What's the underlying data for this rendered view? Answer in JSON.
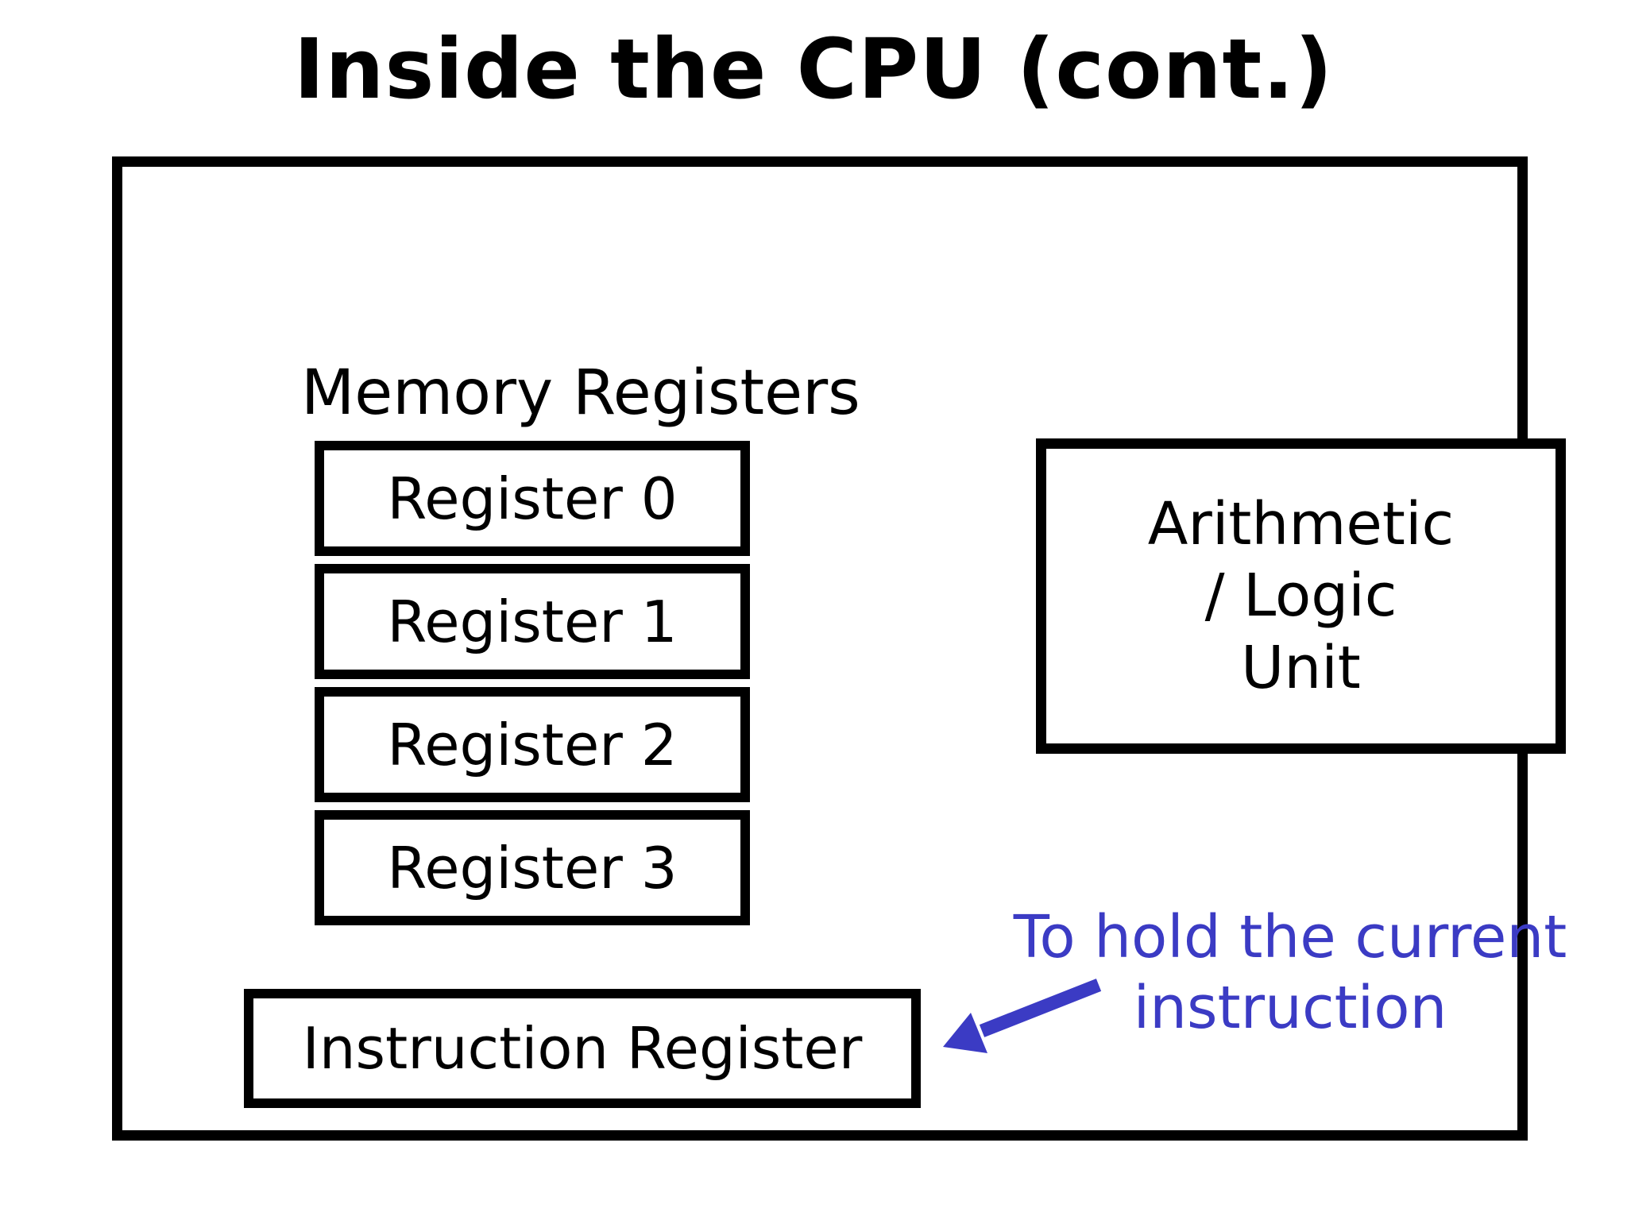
{
  "title": "Inside the CPU (cont.)",
  "cpu": {
    "memory_registers_label": "Memory Registers",
    "registers": [
      "Register 0",
      "Register 1",
      "Register 2",
      "Register 3"
    ],
    "alu_lines": [
      "Arithmetic",
      "/ Logic",
      "Unit"
    ],
    "instruction_register_label": "Instruction Register"
  },
  "annotation": {
    "lines": [
      "To hold the current",
      "instruction"
    ]
  },
  "colors": {
    "ink": "#000000",
    "background": "#ffffff",
    "annotation_blue": "#3b3bc4"
  }
}
